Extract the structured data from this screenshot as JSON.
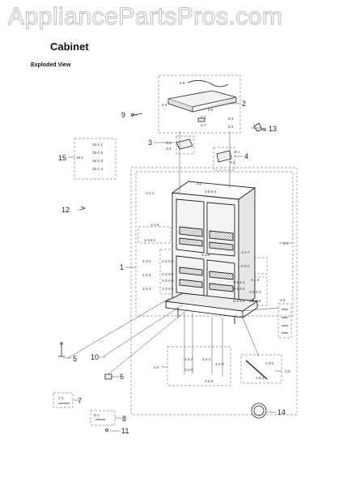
{
  "watermark": "AppliancePartsPros.com",
  "title": "Cabinet",
  "view_label": "Exploded View",
  "colors": {
    "ink": "#222222",
    "dash": "#888888",
    "watermark_outline": "#bdbdbd"
  },
  "callouts": {
    "c1": "1",
    "c2": "2",
    "c3": "3",
    "c4": "4",
    "c5": "5",
    "c6": "6",
    "c7": "7",
    "c8": "8",
    "c9": "9",
    "c10": "10",
    "c11": "11",
    "c12": "12",
    "c13": "13",
    "c14": "14",
    "c15": "15"
  },
  "sub_labels": {
    "s2_6": "2-6",
    "s2_4": "2-4",
    "s2_5": "2-5",
    "s2_1": "2-1",
    "s2_7": "2-7",
    "s2_3": "2-3",
    "s2_2": "2-2",
    "s3_1": "3-1",
    "s3_2": "3-2",
    "s4_1": "4-1",
    "s4_2": "4-2",
    "s15_1": "15-1",
    "s15_1_1": "15-1-1",
    "s15_1_2": "15-1-2",
    "s15_1_3": "15-1-3",
    "s15_1_4": "15-1-4",
    "s1_1": "1-1",
    "s1_1_1": "1-1-1",
    "s1_2": "1-2",
    "s1_5_2_1": "1-5-2-1",
    "s1_1_6": "1-1-6",
    "s1_1_6_1": "1-1-6-1",
    "s1_1_7": "1-1-7",
    "s1_1_3_1": "1-1-3-1",
    "s1_1_3": "1-1-3",
    "s1_1_3b": "1-1-3",
    "s1_1_3c": "1-1-3",
    "s1_1_3_3": "1-1-3-3",
    "s1_1_3_5": "1-1-3-5",
    "s1_1_3_6": "1-1-3-6",
    "s1_1_3_2": "1-1-3-2",
    "s1_1_5": "1-1-5",
    "s1_1_4": "1-1-4",
    "s1_1_4_1": "1-1-4-1",
    "s1_1_4_2": "1-1-4-2",
    "s1_1_4_3": "1-1-4-3",
    "s1_1_4_4": "1-1-4-4",
    "s1_1_4_5": "1-1-4-5",
    "s1_2_4": "1-2-4",
    "s1_2_5": "1-2-5",
    "s1_2_1": "1-2-1",
    "s1_2_2": "1-2-2",
    "s1_2_3": "1-2-3",
    "s1_3": "1-3",
    "s1_3_2": "1-3-2",
    "s1_3_1": "1-3-1",
    "s1_4": "1-4",
    "s7_1": "7-1",
    "s8_1": "8-1"
  }
}
